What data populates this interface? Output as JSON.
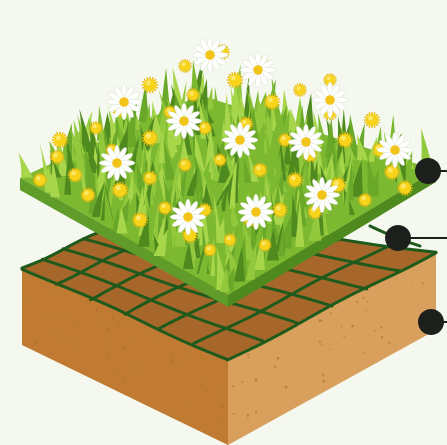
{
  "illustration": {
    "layers": [
      {
        "name": "grass-with-flowers"
      },
      {
        "name": "geogrid-mesh"
      },
      {
        "name": "soil-base"
      }
    ],
    "colors": {
      "background": "#f4f8ee",
      "grass_dark": "#4f8a1f",
      "grass_mid": "#7cb930",
      "grass_light": "#a8d64a",
      "turf_edge": "#5f9c2a",
      "soil_top": "#a8672a",
      "soil_left": "#c07a32",
      "soil_right": "#d8a05c",
      "mesh": "#1f5a1c",
      "dandelion": "#f7d31a",
      "daisy_petal": "#ffffff",
      "daisy_center": "#f2c41a",
      "callout": "#1c1f1c"
    }
  }
}
